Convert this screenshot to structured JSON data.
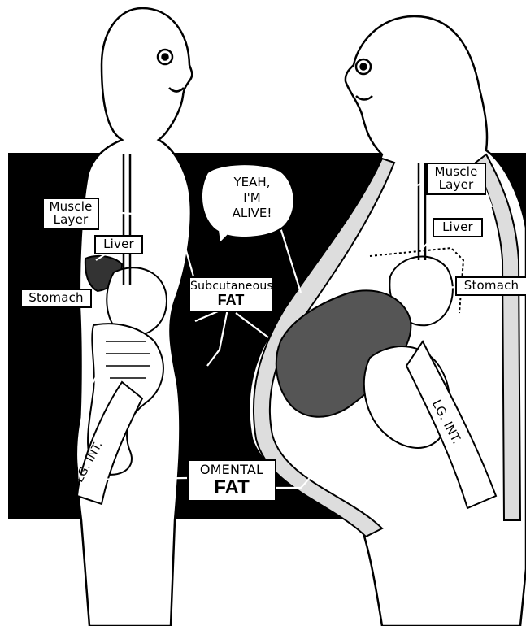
{
  "left_figure": {
    "muscle_layer": [
      "Muscle",
      "Layer"
    ],
    "liver": "Liver",
    "stomach": "Stomach",
    "large_intestine": "LG. INT."
  },
  "right_figure": {
    "muscle_layer": [
      "Muscle",
      "Layer"
    ],
    "liver": "Liver",
    "stomach": "Stomach",
    "large_intestine": "LG. INT."
  },
  "subcutaneous_fat": [
    "Subcutaneous",
    "FAT"
  ],
  "omental_fat": [
    "OMENTAL",
    "FAT"
  ],
  "speech_bubble": [
    "YEAH,",
    "I'M",
    "ALIVE!"
  ],
  "colors": {
    "background": "#000000",
    "outline": "#000000",
    "fill": "#ffffff"
  }
}
